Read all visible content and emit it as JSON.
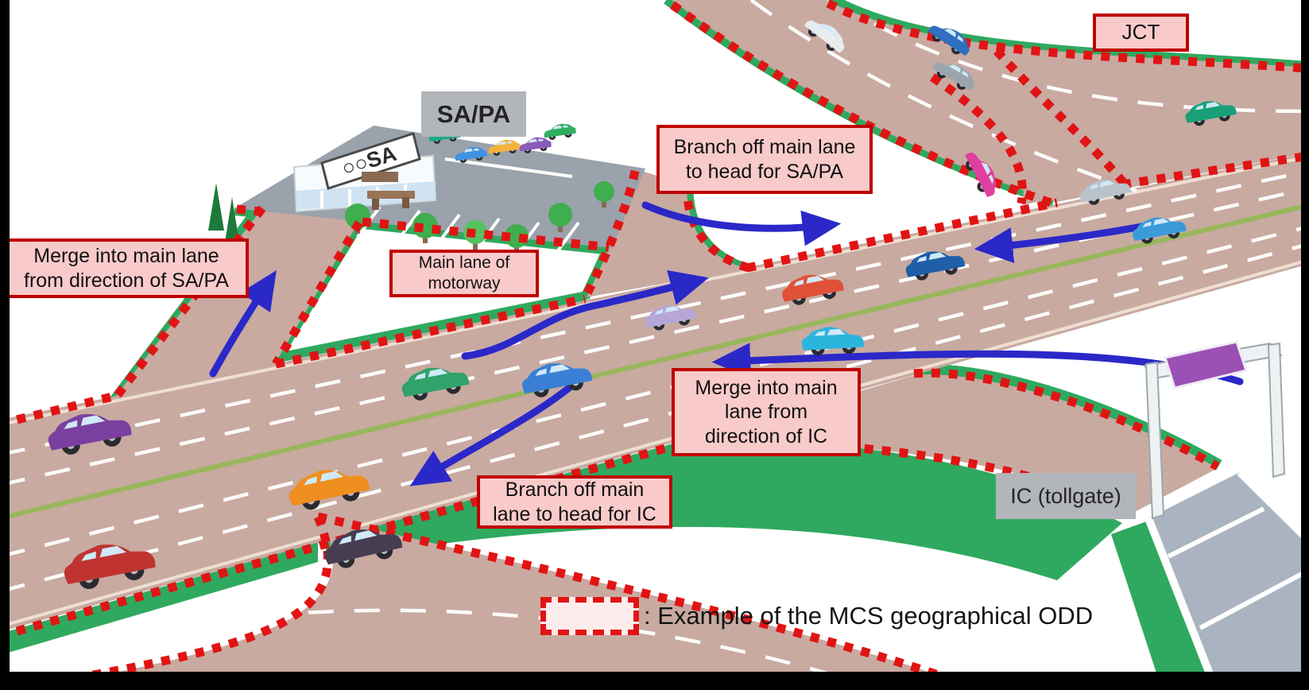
{
  "colors": {
    "odd_dot_red": "#e11414",
    "callout_border": "#c00000",
    "callout_bg": "#f9caca",
    "road_tan": "#c8aaa1",
    "grass_green": "#2fa95f",
    "arrow_blue": "#2b28c8",
    "label_gray": "#b2b5b9",
    "toll_sign_purple": "#9b50b4",
    "legend_fill": "#fdecec",
    "median_olive": "#98b75a"
  },
  "callouts": {
    "jct": "JCT",
    "branch_sapa": "Branch off main lane\nto head for SA/PA",
    "merge_sapa": "Merge into main lane\nfrom direction of SA/PA",
    "main_lane": "Main lane of\nmotorway",
    "merge_ic": "Merge into main\nlane from\ndirection of IC",
    "branch_ic": "Branch off main\nlane to head for IC"
  },
  "site_labels": {
    "sapa": "SA/PA",
    "ic_tollgate": "IC (tollgate)",
    "building_sign": "○○SA"
  },
  "legend": {
    "label": ": Example of the MCS geographical ODD"
  }
}
